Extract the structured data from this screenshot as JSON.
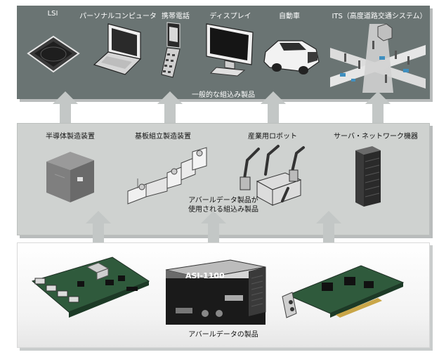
{
  "top_tier": {
    "items": [
      {
        "label": "LSI",
        "icon": "lsi-chip-icon"
      },
      {
        "label": "パーソナルコンピュータ",
        "icon": "laptop-icon"
      },
      {
        "label": "携帯電話",
        "icon": "mobile-phone-icon"
      },
      {
        "label": "ディスプレイ",
        "icon": "display-icon"
      },
      {
        "label": "自動車",
        "icon": "car-icon"
      },
      {
        "label": "ITS（高度道路交通システム）",
        "icon": "its-intersection-icon"
      }
    ],
    "caption": "一般的な組込み製品"
  },
  "middle_tier": {
    "items": [
      {
        "label": "半導体製造装置",
        "icon": "semiconductor-equipment-icon"
      },
      {
        "label": "基板組立製造装置",
        "icon": "board-assembly-line-icon"
      },
      {
        "label": "産業用ロボット",
        "icon": "industrial-robot-icon"
      },
      {
        "label": "サーバ・ネットワーク機器",
        "icon": "server-rack-icon"
      }
    ],
    "caption_line1": "アバールデータ製品が",
    "caption_line2": "使用される組込み製品"
  },
  "bottom_tier": {
    "items": [
      {
        "icon": "cpu-board-icon"
      },
      {
        "label": "ASI-1100",
        "icon": "asi-box-icon"
      },
      {
        "icon": "pcie-card-icon"
      }
    ],
    "caption": "アバールデータの製品"
  },
  "colors": {
    "top_panel": "#6a7473",
    "middle_panel": "#cfd2d0",
    "arrow": "#c3c7c6"
  }
}
